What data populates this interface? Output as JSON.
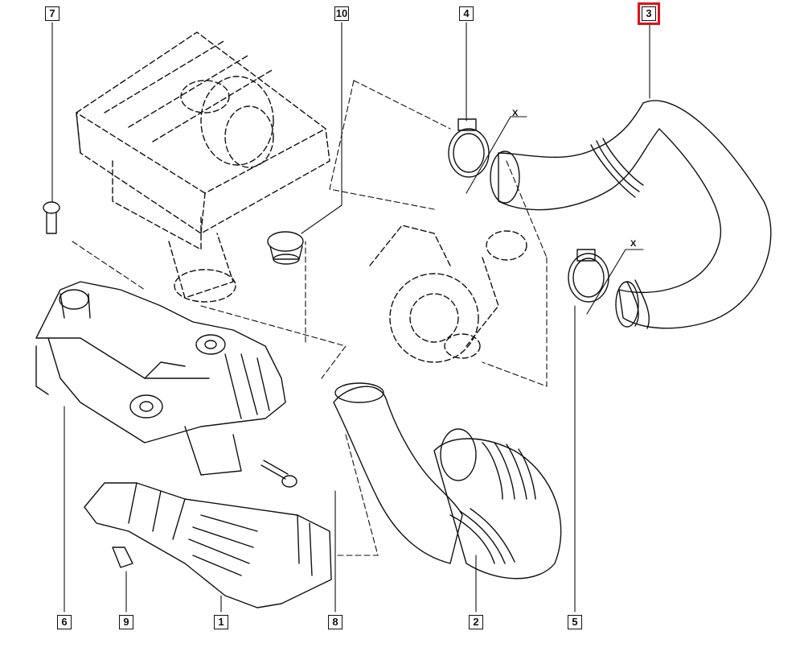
{
  "callouts": {
    "c1": "1",
    "c2": "2",
    "c3": "3",
    "c4": "4",
    "c5": "5",
    "c6": "6",
    "c7": "7",
    "c8": "8",
    "c9": "9",
    "c10": "10"
  },
  "dimension_marks": {
    "x_upper": "X",
    "x_lower": "X"
  },
  "colors": {
    "line": "#111111",
    "highlight": "#e0101a",
    "background": "#ffffff"
  }
}
